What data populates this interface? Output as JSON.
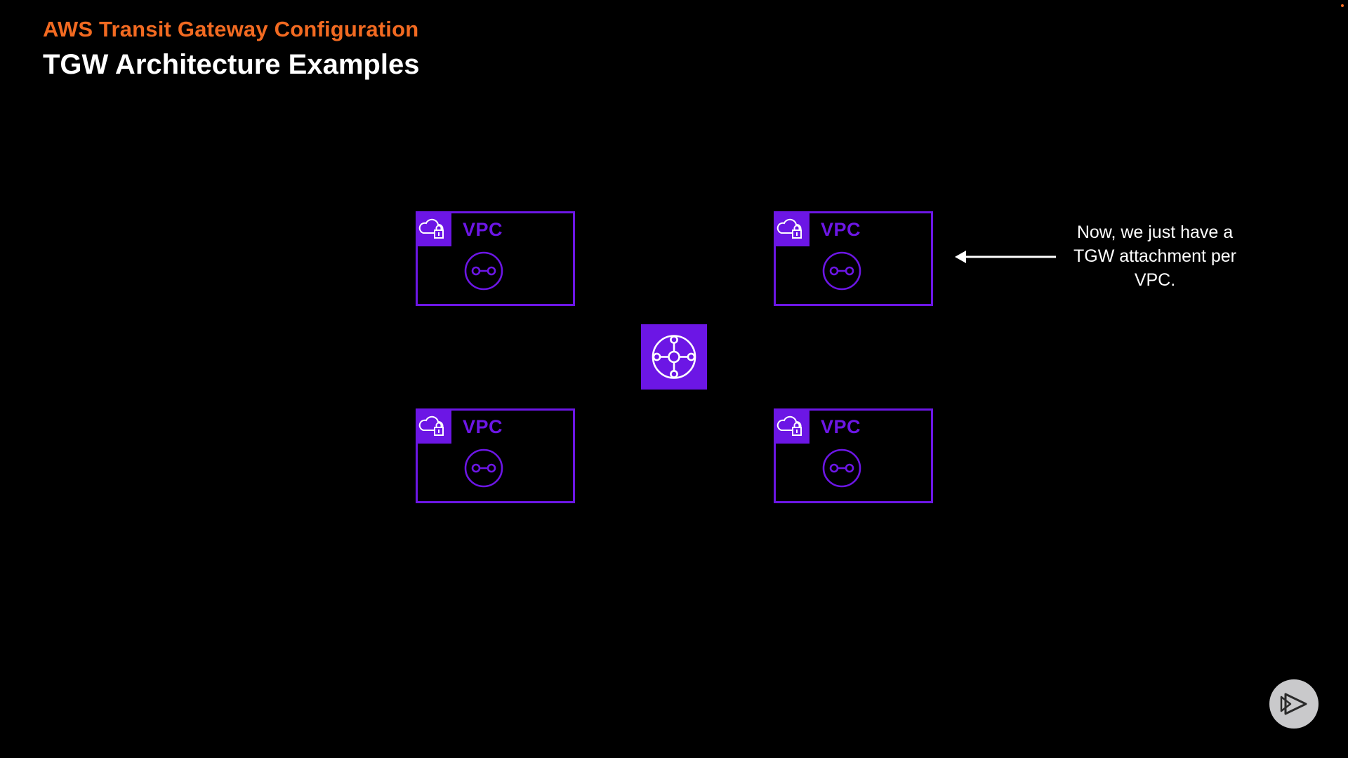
{
  "header": {
    "kicker": "AWS Transit Gateway Configuration",
    "title": "TGW Architecture Examples"
  },
  "diagram": {
    "vpcs": [
      {
        "label": "VPC",
        "icon": "vpc-cloud-lock-icon",
        "endpoint_icon": "attachment-endpoint-icon"
      },
      {
        "label": "VPC",
        "icon": "vpc-cloud-lock-icon",
        "endpoint_icon": "attachment-endpoint-icon"
      },
      {
        "label": "VPC",
        "icon": "vpc-cloud-lock-icon",
        "endpoint_icon": "attachment-endpoint-icon"
      },
      {
        "label": "VPC",
        "icon": "vpc-cloud-lock-icon",
        "endpoint_icon": "attachment-endpoint-icon"
      }
    ],
    "transit_gateway": {
      "icon": "transit-gateway-hub-icon"
    },
    "annotation": "Now, we just have a TGW attachment per VPC.",
    "annotation_arrow": {
      "icon": "arrow-left-icon"
    }
  },
  "player": {
    "icon": "play-icon"
  },
  "colors": {
    "background": "#000000",
    "kicker": "#F26A21",
    "title": "#FFFFFF",
    "vpc_accent": "#6C16E5",
    "tgw_fill": "#6C16E5",
    "annotation_text": "#FFFFFF",
    "play_button_bg": "#C9C9CB",
    "play_icon": "#2A2A2A",
    "corner_dot": "#F26A21"
  }
}
